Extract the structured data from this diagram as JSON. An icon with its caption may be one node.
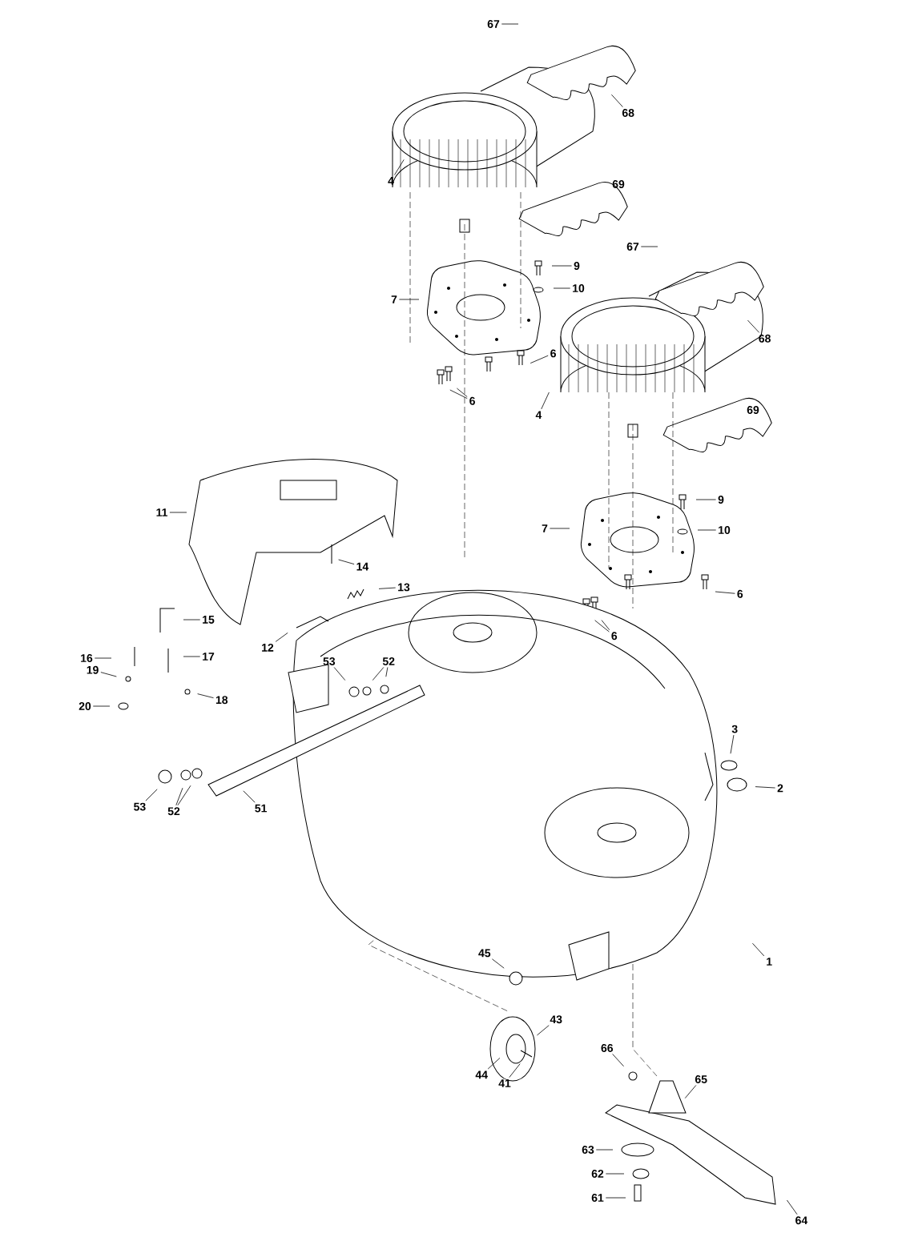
{
  "diagram": {
    "nodes": [
      {
        "text": [
          "67"
        ]
      },
      {
        "text": [
          "68"
        ]
      },
      {
        "text": [
          "4"
        ]
      },
      {
        "text": [
          "69"
        ]
      },
      {
        "text": [
          "9"
        ]
      },
      {
        "text": [
          "10"
        ]
      },
      {
        "text": [
          "7"
        ]
      },
      {
        "text": [
          "6"
        ]
      },
      {
        "text": [
          "6"
        ]
      },
      {
        "text": [
          "67"
        ]
      },
      {
        "text": [
          "68"
        ]
      },
      {
        "text": [
          "4"
        ]
      },
      {
        "text": [
          "69"
        ]
      },
      {
        "text": [
          "9"
        ]
      },
      {
        "text": [
          "10"
        ]
      },
      {
        "text": [
          "7"
        ]
      },
      {
        "text": [
          "6"
        ]
      },
      {
        "text": [
          "6"
        ]
      },
      {
        "text": [
          "11"
        ]
      },
      {
        "text": [
          "14"
        ]
      },
      {
        "text": [
          "13"
        ]
      },
      {
        "text": [
          "15"
        ]
      },
      {
        "text": [
          "12"
        ]
      },
      {
        "text": [
          "16"
        ]
      },
      {
        "text": [
          "17"
        ]
      },
      {
        "text": [
          "19"
        ]
      },
      {
        "text": [
          "18"
        ]
      },
      {
        "text": [
          "20"
        ]
      },
      {
        "text": [
          "53"
        ]
      },
      {
        "text": [
          "52"
        ]
      },
      {
        "text": [
          "3"
        ]
      },
      {
        "text": [
          "2"
        ]
      },
      {
        "text": [
          "53"
        ]
      },
      {
        "text": [
          "52"
        ]
      },
      {
        "text": [
          "51"
        ]
      },
      {
        "text": [
          "1"
        ]
      },
      {
        "text": [
          "45"
        ]
      },
      {
        "text": [
          "43"
        ]
      },
      {
        "text": [
          "44"
        ]
      },
      {
        "text": [
          "41"
        ]
      },
      {
        "text": [
          "66"
        ]
      },
      {
        "text": [
          "65"
        ]
      },
      {
        "text": [
          "63"
        ]
      },
      {
        "text": [
          "62"
        ]
      },
      {
        "text": [
          "61"
        ]
      },
      {
        "text": [
          "64"
        ]
      }
    ],
    "edges": [
      {
        "from": 0,
        "to": null,
        "arrow": "none"
      },
      {
        "from": 1,
        "to": null,
        "arrow": "none"
      },
      {
        "from": 2,
        "to": null,
        "arrow": "none"
      },
      {
        "from": 4,
        "to": null,
        "arrow": "none"
      },
      {
        "from": 5,
        "to": null,
        "arrow": "none"
      },
      {
        "from": 6,
        "to": null,
        "arrow": "none"
      },
      {
        "from": 7,
        "to": null,
        "arrow": "none"
      },
      {
        "from": 8,
        "to": null,
        "arrow": "none"
      },
      {
        "from": 8,
        "to": null,
        "arrow": "none"
      },
      {
        "from": 9,
        "to": null,
        "arrow": "none"
      },
      {
        "from": 10,
        "to": null,
        "arrow": "none"
      },
      {
        "from": 11,
        "to": null,
        "arrow": "none"
      },
      {
        "from": 13,
        "to": null,
        "arrow": "none"
      },
      {
        "from": 14,
        "to": null,
        "arrow": "none"
      },
      {
        "from": 15,
        "to": null,
        "arrow": "none"
      },
      {
        "from": 16,
        "to": null,
        "arrow": "none"
      },
      {
        "from": 16,
        "to": null,
        "arrow": "none"
      },
      {
        "from": 17,
        "to": null,
        "arrow": "none"
      },
      {
        "from": 18,
        "to": null,
        "arrow": "none"
      },
      {
        "from": 19,
        "to": null,
        "arrow": "none"
      },
      {
        "from": 20,
        "to": null,
        "arrow": "none"
      },
      {
        "from": 21,
        "to": null,
        "arrow": "none"
      },
      {
        "from": 22,
        "to": null,
        "arrow": "none"
      },
      {
        "from": 23,
        "to": null,
        "arrow": "none"
      },
      {
        "from": 24,
        "to": null,
        "arrow": "none"
      },
      {
        "from": 25,
        "to": null,
        "arrow": "none"
      },
      {
        "from": 26,
        "to": null,
        "arrow": "none"
      },
      {
        "from": 27,
        "to": null,
        "arrow": "none"
      },
      {
        "from": 28,
        "to": null,
        "arrow": "none"
      },
      {
        "from": 29,
        "to": null,
        "arrow": "none"
      },
      {
        "from": 29,
        "to": null,
        "arrow": "none"
      },
      {
        "from": 30,
        "to": null,
        "arrow": "none"
      },
      {
        "from": 31,
        "to": null,
        "arrow": "none"
      },
      {
        "from": 32,
        "to": null,
        "arrow": "none"
      },
      {
        "from": 33,
        "to": null,
        "arrow": "none"
      },
      {
        "from": 33,
        "to": null,
        "arrow": "none"
      },
      {
        "from": 34,
        "to": null,
        "arrow": "none"
      },
      {
        "from": 35,
        "to": null,
        "arrow": "none"
      },
      {
        "from": 36,
        "to": null,
        "arrow": "none"
      },
      {
        "from": 37,
        "to": null,
        "arrow": "none"
      },
      {
        "from": 38,
        "to": null,
        "arrow": "none"
      },
      {
        "from": 39,
        "to": null,
        "arrow": "none"
      },
      {
        "from": 40,
        "to": null,
        "arrow": "none"
      },
      {
        "from": 41,
        "to": null,
        "arrow": "none"
      },
      {
        "from": 42,
        "to": null,
        "arrow": "none"
      },
      {
        "from": 43,
        "to": null,
        "arrow": "none"
      },
      {
        "from": 44,
        "to": null,
        "arrow": "none"
      },
      {
        "from": 45,
        "to": null,
        "arrow": "none"
      }
    ]
  }
}
